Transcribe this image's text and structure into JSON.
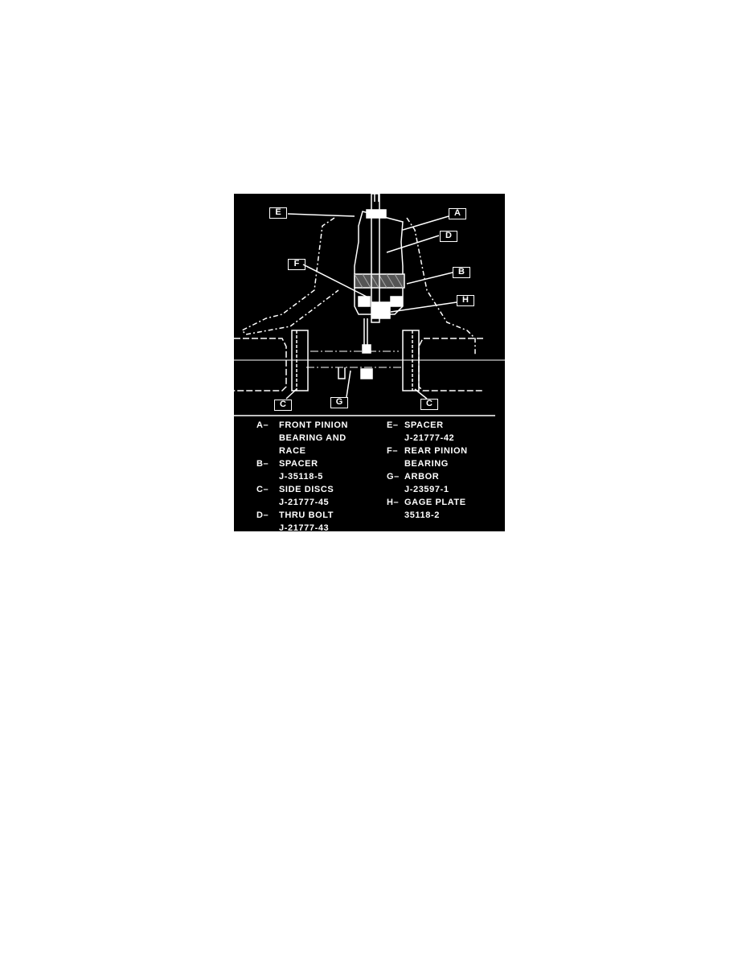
{
  "figure": {
    "callouts": [
      "E",
      "A",
      "D",
      "F",
      "B",
      "H",
      "C",
      "G",
      "C"
    ],
    "legend": {
      "left": [
        {
          "key": "A–",
          "lines": [
            "FRONT PINION",
            "BEARING AND",
            "RACE"
          ]
        },
        {
          "key": "B–",
          "lines": [
            "SPACER",
            "J-35118-5"
          ]
        },
        {
          "key": "C–",
          "lines": [
            "SIDE DISCS",
            "J-21777-45"
          ]
        },
        {
          "key": "D–",
          "lines": [
            "THRU BOLT",
            "J-21777-43"
          ]
        }
      ],
      "right": [
        {
          "key": "E–",
          "lines": [
            "SPACER",
            "J-21777-42"
          ]
        },
        {
          "key": "F–",
          "lines": [
            "REAR PINION",
            "BEARING"
          ]
        },
        {
          "key": "G–",
          "lines": [
            "ARBOR",
            "J-23597-1"
          ]
        },
        {
          "key": "H–",
          "lines": [
            "GAGE PLATE",
            "35118-2"
          ]
        }
      ]
    }
  }
}
